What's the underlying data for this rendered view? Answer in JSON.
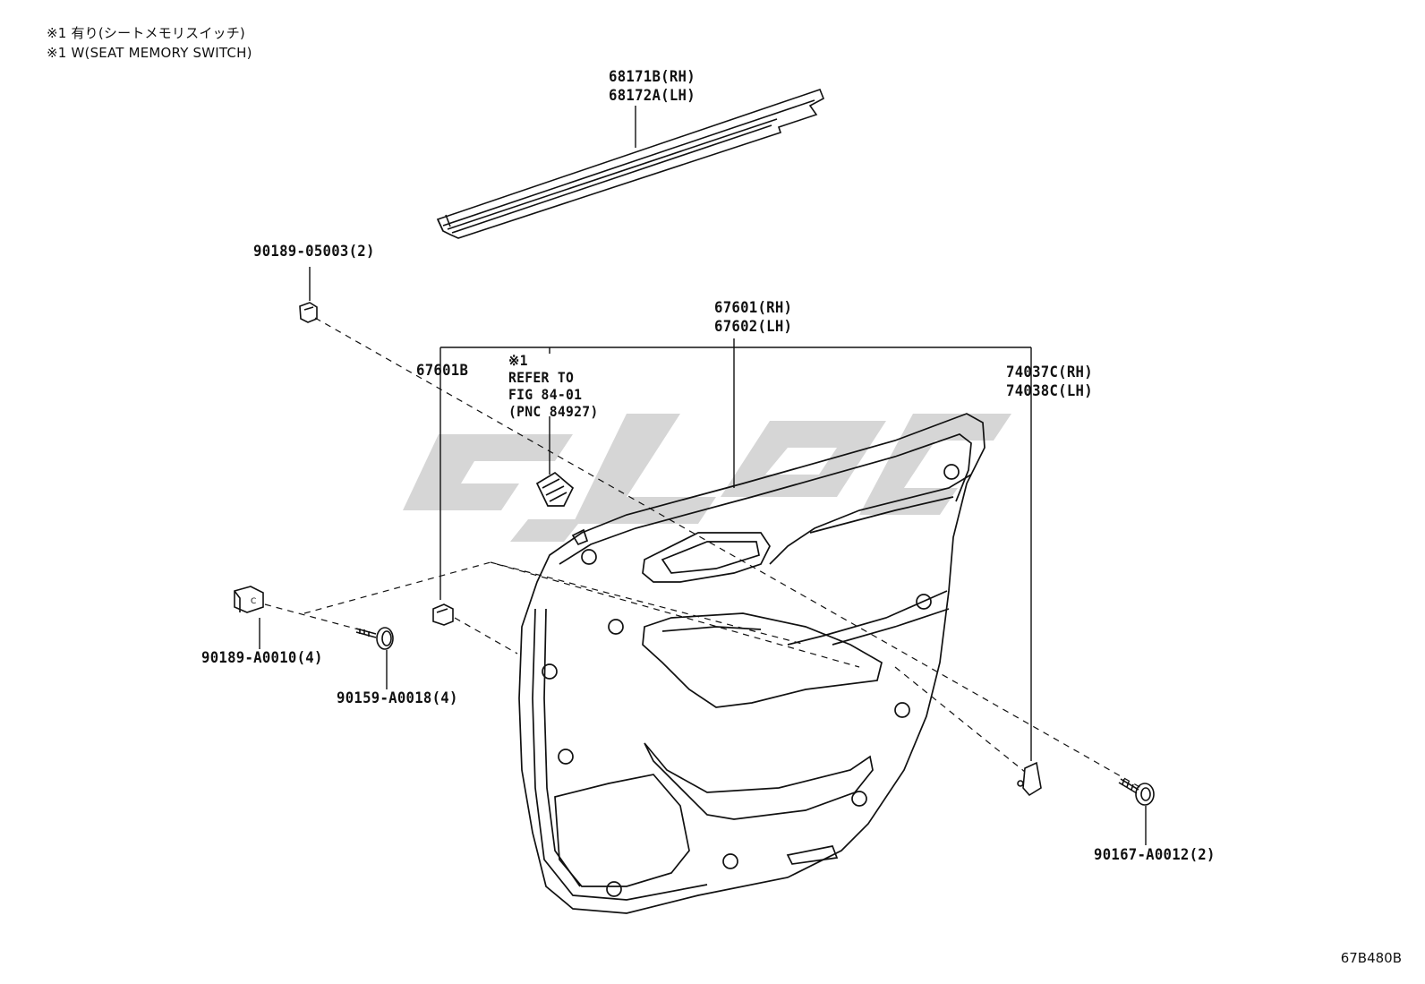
{
  "notes": {
    "line1": "※1 有り(シートメモリスイッチ)",
    "line2": "※1 W(SEAT MEMORY SWITCH)"
  },
  "labels": {
    "belt_molding_rh": "68171B(RH)",
    "belt_molding_lh": "68172A(LH)",
    "clip_top": "90189-05003(2)",
    "trim_board_rh": "67601(RH)",
    "trim_board_lh": "67602(LH)",
    "trim_sub": "67601B",
    "ref_note": "※1",
    "ref_line1": "REFER TO",
    "ref_line2": "FIG 84-01",
    "ref_line3": "(PNC 84927)",
    "cover_rh": "74037C(RH)",
    "cover_lh": "74038C(LH)",
    "clip_left": "90189-A0010(4)",
    "screw_left": "90159-A0018(4)",
    "screw_right": "90167-A0012(2)"
  },
  "diagram_code": "67B480B"
}
